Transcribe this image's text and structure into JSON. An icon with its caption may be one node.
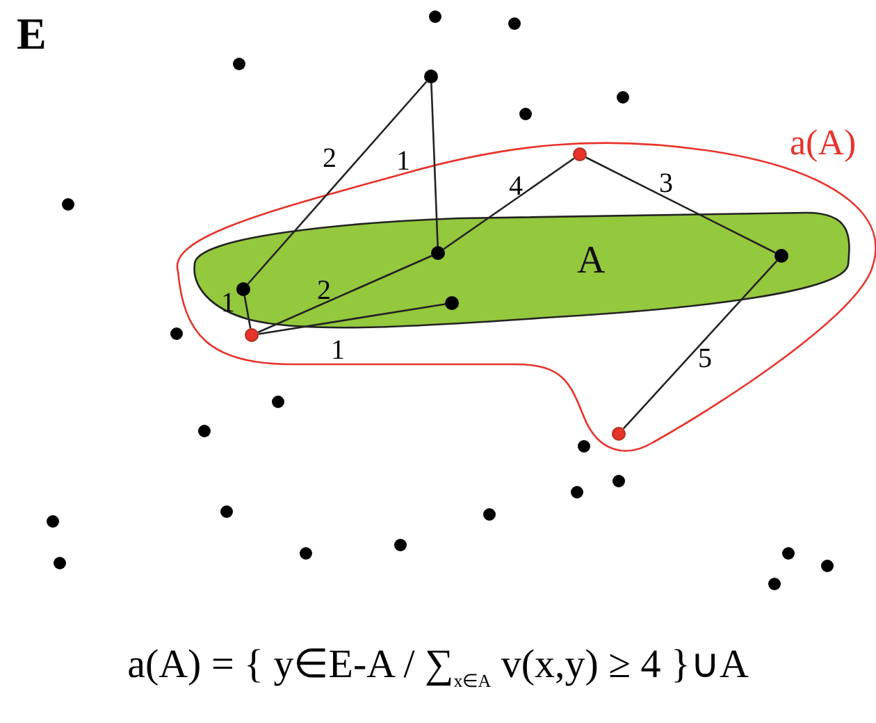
{
  "diagram": {
    "title": "E",
    "caption": "a(A) = { y∈E-A / ∑$_{x∈A}$ v(x,y) ≥ 4 }∪A",
    "nodes": [
      {
        "text": [
          "a(A)"
        ]
      },
      {
        "text": [
          "A"
        ],
        "in": 0
      },
      {
        "text": [],
        "shape": "circle",
        "in": 1
      },
      {
        "text": [],
        "shape": "circle",
        "in": 1
      },
      {
        "text": [],
        "shape": "circle",
        "in": 1
      },
      {
        "text": [],
        "shape": "circle",
        "in": 1
      },
      {
        "text": [],
        "shape": "circle",
        "in": 0
      },
      {
        "text": [],
        "shape": "circle",
        "in": 0
      },
      {
        "text": [],
        "shape": "circle",
        "in": 0
      },
      {
        "text": [],
        "shape": "circle"
      }
    ],
    "edges": [
      {
        "from": 9,
        "to": 2,
        "arrow": "none",
        "label": "2"
      },
      {
        "from": 9,
        "to": 3,
        "arrow": "none",
        "label": "1"
      },
      {
        "from": 6,
        "to": 3,
        "arrow": "none",
        "label": "4"
      },
      {
        "from": 6,
        "to": 5,
        "arrow": "none",
        "label": "3"
      },
      {
        "from": 8,
        "to": 5,
        "arrow": "none",
        "label": "5"
      },
      {
        "from": 7,
        "to": 2,
        "arrow": "none",
        "label": "1"
      },
      {
        "from": 7,
        "to": 3,
        "arrow": "none",
        "label": "2"
      },
      {
        "from": 7,
        "to": 4,
        "arrow": "none",
        "label": "1"
      }
    ]
  }
}
